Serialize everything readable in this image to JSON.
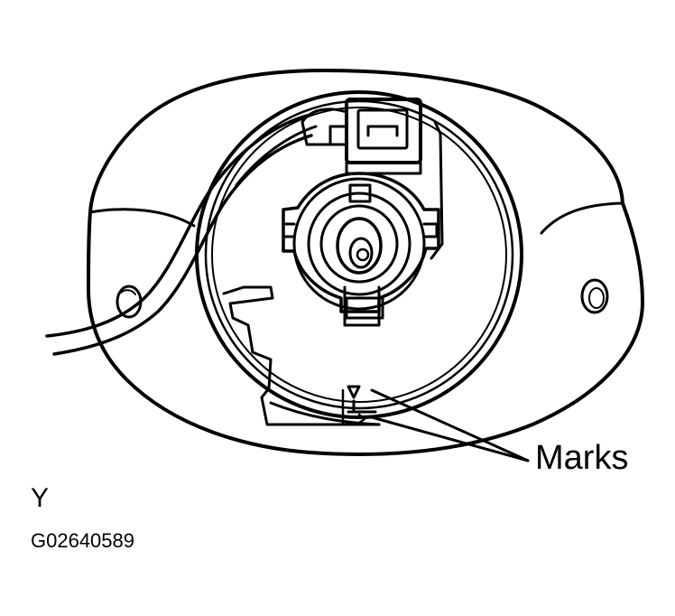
{
  "callout": {
    "label": "Marks"
  },
  "view_label": "Y",
  "figure_code": "G02640589",
  "colors": {
    "line": "#000000",
    "background": "#ffffff"
  }
}
